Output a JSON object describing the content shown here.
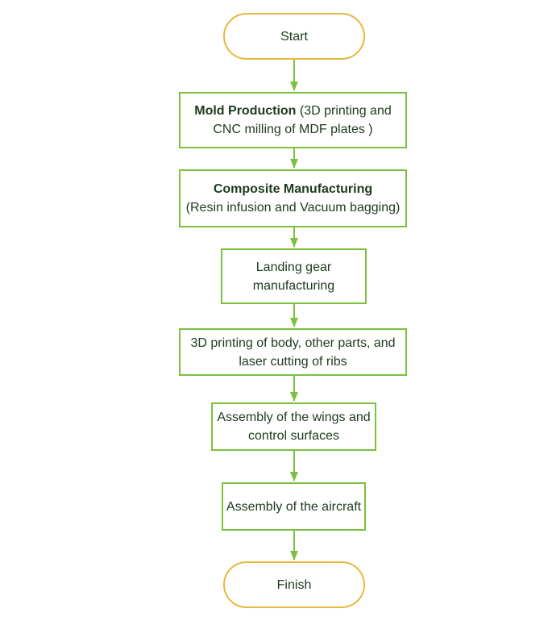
{
  "flowchart": {
    "start": "Start",
    "step1": {
      "bold": "Mold Production",
      "rest": " (3D printing and CNC milling of MDF plates )"
    },
    "step2": {
      "bold": "Composite Manufacturing",
      "rest": "(Resin infusion and Vacuum bagging)"
    },
    "step3": "Landing gear manufacturing",
    "step4": "3D printing of body, other parts, and laser cutting of ribs",
    "step5": "Assembly of the wings and control surfaces",
    "step6": "Assembly of the aircraft",
    "finish": "Finish"
  },
  "colors": {
    "terminal_border": "#e8b83b",
    "process_border": "#7cc13e",
    "arrow": "#7cc13e"
  }
}
